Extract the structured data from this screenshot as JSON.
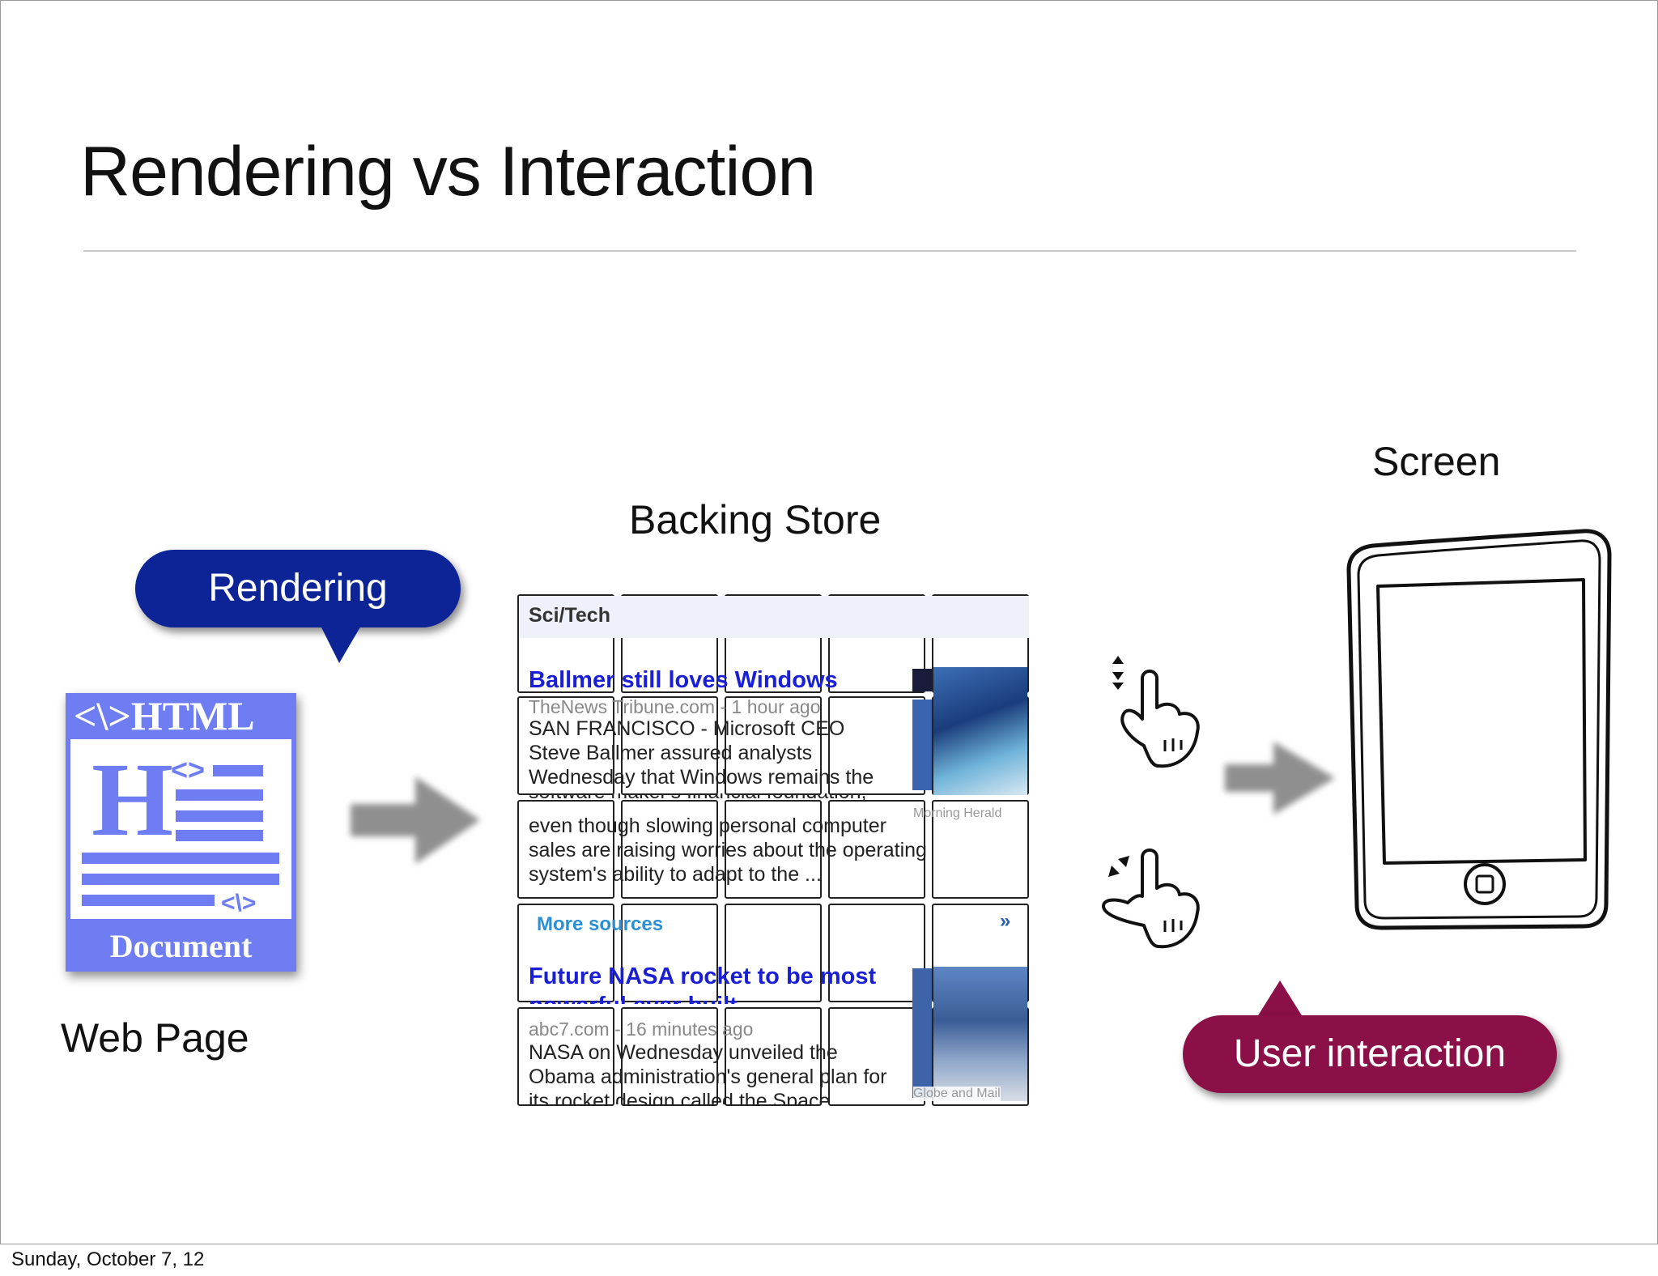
{
  "slide": {
    "title": "Rendering vs Interaction",
    "footer_date": "Sunday, October 7, 12"
  },
  "labels": {
    "web_page": "Web Page",
    "backing_store": "Backing Store",
    "screen": "Screen"
  },
  "callouts": {
    "rendering": "Rendering",
    "user_interaction": "User interaction"
  },
  "document_icon": {
    "header": "<\\>HTML",
    "footer": "Document",
    "color": "#6e7ef2"
  },
  "colors": {
    "rendering_callout": "#0c2496",
    "user_interaction_callout": "#8a1047",
    "news_link": "#1a1fd6",
    "arrow": "#8f8f8f"
  },
  "backing_store_content": {
    "section": "Sci/Tech",
    "story1": {
      "headline": "Ballmer still loves Windows",
      "source": "TheNews Tribune.com - 1 hour ago",
      "line1": "SAN FRANCISCO - Microsoft CEO",
      "line2": "Steve Ballmer assured analysts",
      "line3": "Wednesday that Windows remains the",
      "line4": "software maker's financial foundation,",
      "line5": "even though slowing personal computer",
      "line6": "sales are raising worries about the operating",
      "line7": "system's ability to adapt to the ...",
      "image_caption": "Morning Herald"
    },
    "more_sources": "More sources",
    "story2": {
      "headline": "Future NASA rocket to be most",
      "headline2": "powerful ever built",
      "source": "abc7.com - 16 minutes ago",
      "line1": "NASA on Wednesday unveiled the",
      "line2": "Obama administration's general plan for",
      "line3": "its rocket design called the Space",
      "image_caption": "Globe and Mail"
    }
  },
  "icons": [
    "html-document-icon",
    "right-arrow-icon",
    "pinch-zoom-hand-icon",
    "scroll-hand-icon",
    "tablet-device-icon"
  ]
}
